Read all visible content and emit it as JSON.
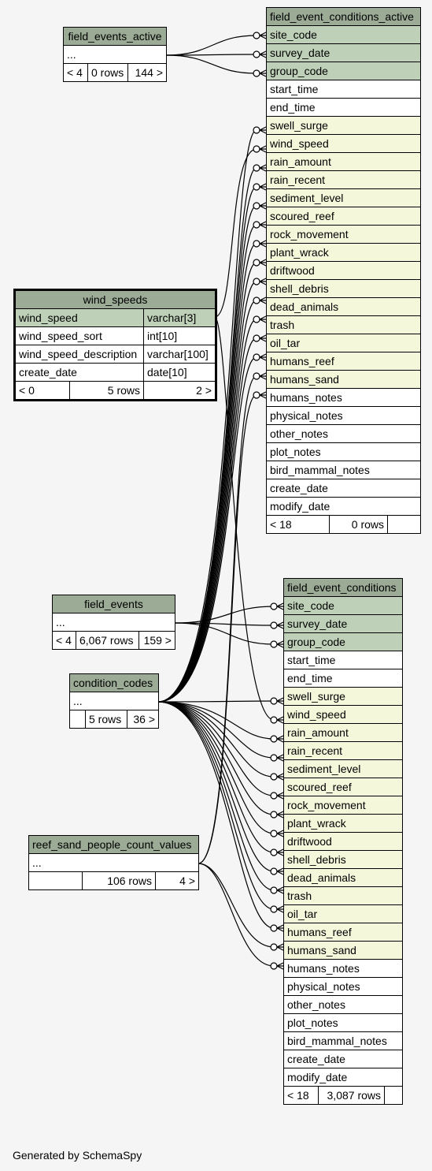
{
  "footer": "Generated by SchemaSpy",
  "field_event_conditions_active": {
    "title": "field_event_conditions_active",
    "pk": [
      "site_code",
      "survey_date",
      "group_code"
    ],
    "plain1": [
      "start_time",
      "end_time"
    ],
    "fk": [
      "swell_surge",
      "wind_speed",
      "rain_amount",
      "rain_recent",
      "sediment_level",
      "scoured_reef",
      "rock_movement",
      "plant_wrack",
      "driftwood",
      "shell_debris",
      "dead_animals",
      "trash",
      "oil_tar",
      "humans_reef",
      "humans_sand"
    ],
    "plain2": [
      "humans_notes",
      "physical_notes",
      "other_notes",
      "plot_notes",
      "bird_mammal_notes",
      "create_date",
      "modify_date"
    ],
    "foot": [
      "< 18",
      "0 rows",
      ""
    ]
  },
  "field_event_conditions": {
    "title": "field_event_conditions",
    "pk": [
      "site_code",
      "survey_date",
      "group_code"
    ],
    "plain1": [
      "start_time",
      "end_time"
    ],
    "fk": [
      "swell_surge",
      "wind_speed",
      "rain_amount",
      "rain_recent",
      "sediment_level",
      "scoured_reef",
      "rock_movement",
      "plant_wrack",
      "driftwood",
      "shell_debris",
      "dead_animals",
      "trash",
      "oil_tar",
      "humans_reef",
      "humans_sand"
    ],
    "plain2": [
      "humans_notes",
      "physical_notes",
      "other_notes",
      "plot_notes",
      "bird_mammal_notes",
      "create_date",
      "modify_date"
    ],
    "foot": [
      "< 18",
      "3,087 rows",
      ""
    ]
  },
  "field_events_active": {
    "title": "field_events_active",
    "body": "...",
    "foot": [
      "< 4",
      "0 rows",
      "144 >"
    ]
  },
  "wind_speeds": {
    "title": "wind_speeds",
    "rows": [
      {
        "name": "wind_speed",
        "type": "varchar[3]"
      },
      {
        "name": "wind_speed_sort",
        "type": "int[10]"
      },
      {
        "name": "wind_speed_description",
        "type": "varchar[100]"
      },
      {
        "name": "create_date",
        "type": "date[10]"
      }
    ],
    "foot": [
      "< 0",
      "5 rows",
      "2 >"
    ]
  },
  "field_events": {
    "title": "field_events",
    "body": "...",
    "foot": [
      "< 4",
      "6,067 rows",
      "159 >"
    ]
  },
  "condition_codes": {
    "title": "condition_codes",
    "body": "...",
    "foot": [
      "",
      "5 rows",
      "36 >"
    ]
  },
  "reef_sand_people_count_values": {
    "title": "reef_sand_people_count_values",
    "body": "...",
    "foot": [
      "",
      "106 rows",
      "4 >"
    ]
  }
}
